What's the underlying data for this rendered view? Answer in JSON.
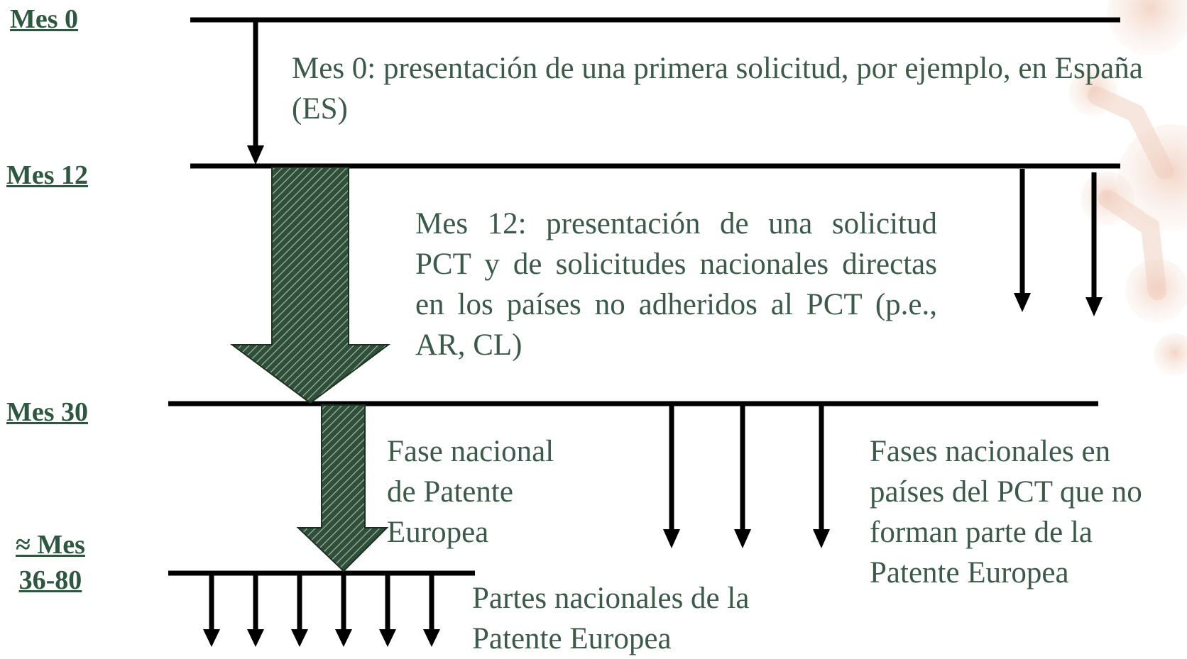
{
  "labels": {
    "mes0": "Mes 0",
    "mes12": "Mes 12",
    "mes30": "Mes 30",
    "mes36_line1": "≈ Mes",
    "mes36_line2": "36-80"
  },
  "texts": {
    "mes0_text": "Mes 0: presentación de una primera solicitud, por ejemplo, en España (ES)",
    "mes12_text": "Mes 12: presentación de una solicitud PCT y de solicitudes nacionales directas en los países no adheridos al PCT (p.e., AR, CL)",
    "fase_nacional": "Fase nacional de Patente Europea",
    "fases_nacionales": "Fases nacionales en países del PCT que no forman parte de la Patente Europea",
    "partes_nacionales": "Partes nacionales de la Patente Europea"
  },
  "colors": {
    "accent": "#2e5740",
    "text": "#3b5a49",
    "line": "#000000",
    "arrow_fill": "#2f4f3a"
  }
}
